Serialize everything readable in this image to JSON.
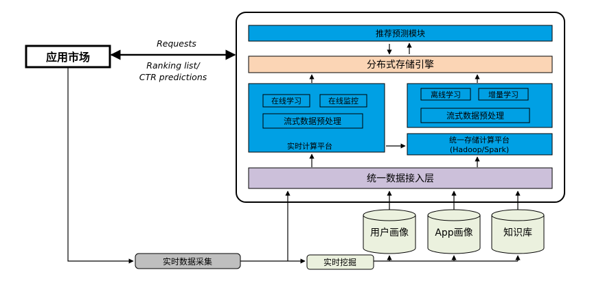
{
  "diagram": {
    "app_market": "应用市场",
    "requests": "Requests",
    "ranking_line1": "Ranking list/",
    "ranking_line2": "CTR predictions",
    "recommend_module": "推荐预测模块",
    "storage_engine": "分布式存储引擎",
    "realtime_platform": "实时计算平台",
    "online_learning": "在线学习",
    "online_monitoring": "在线监控",
    "stream_preprocess_left": "流式数据预处理",
    "offline_learning": "离线学习",
    "incremental_learning": "增量学习",
    "stream_preprocess_right": "流式数据预处理",
    "unified_storage_line1": "统一存储计算平台",
    "unified_storage_line2": "(Hadoop/Spark)",
    "data_access_layer": "统一数据接入层",
    "user_profile": "用户画像",
    "app_profile": "App画像",
    "knowledge_base": "知识库",
    "realtime_collect": "实时数据采集",
    "realtime_mining": "实时挖掘"
  },
  "colors": {
    "blue_box": "#00A0E4",
    "peach_box": "#FBD5B5",
    "lavender_box": "#CCC0DA",
    "db_fill": "#EBF1DE",
    "collect_fill": "#BFBFBF",
    "mining_fill": "#EBF1DE",
    "stroke": "#000000"
  }
}
